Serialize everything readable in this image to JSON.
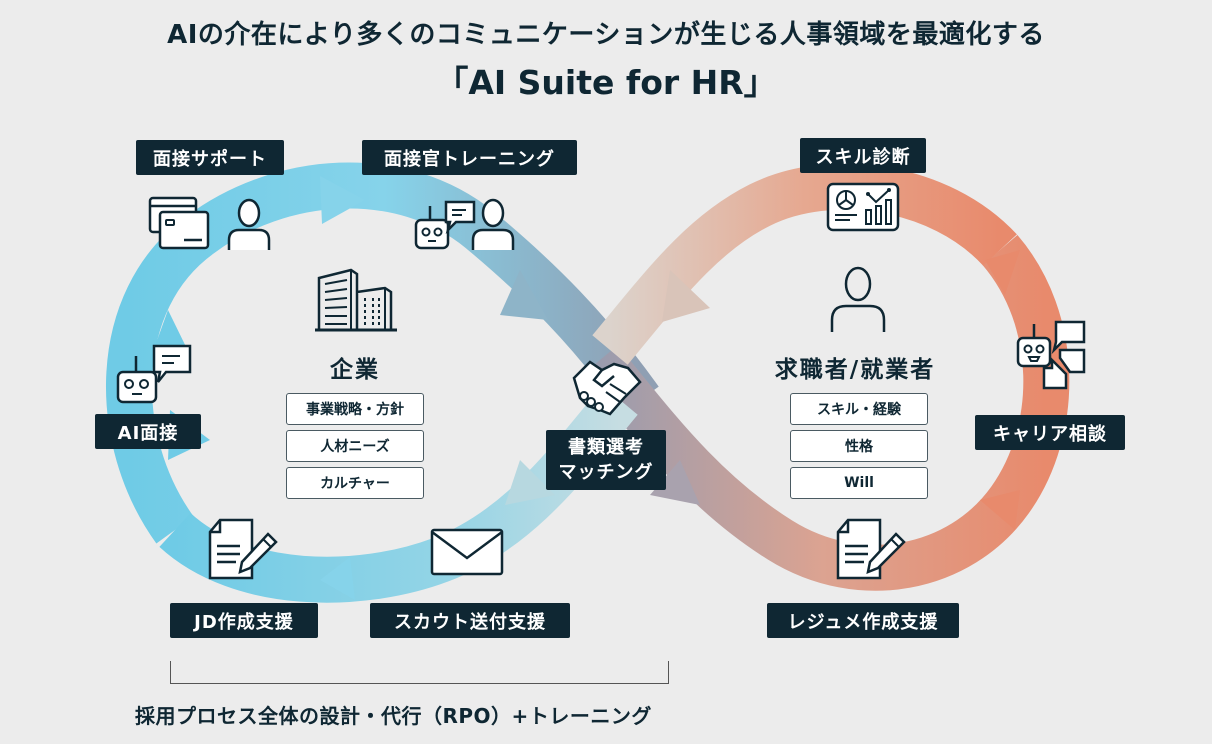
{
  "header": {
    "subtitle": "AIの介在により多くのコミュニケーションが生じる人事領域を最適化する",
    "title": "「AI Suite for HR」"
  },
  "colors": {
    "company_loop": "#7fd0e8",
    "candidate_loop": "#e89072",
    "label_bg": "#0f2733",
    "background": "#ececec"
  },
  "company": {
    "title": "企業",
    "icon": "building-icon",
    "attributes": [
      "事業戦略・方針",
      "人材ニーズ",
      "カルチャー"
    ]
  },
  "candidate": {
    "title": "求職者/就業者",
    "icon": "person-icon",
    "attributes": [
      "スキル・経験",
      "性格",
      "Will"
    ]
  },
  "center": {
    "label_line1": "書類選考",
    "label_line2": "マッチング",
    "icon": "handshake-icon"
  },
  "company_steps": [
    {
      "label": "面接サポート",
      "icon": "id-card-person-icon"
    },
    {
      "label": "面接官トレーニング",
      "icon": "robot-person-icon"
    },
    {
      "label": "AI面接",
      "icon": "robot-chat-icon"
    },
    {
      "label": "JD作成支援",
      "icon": "document-pen-icon"
    },
    {
      "label": "スカウト送付支援",
      "icon": "envelope-icon"
    }
  ],
  "candidate_steps": [
    {
      "label": "スキル診断",
      "icon": "dashboard-chart-icon"
    },
    {
      "label": "キャリア相談",
      "icon": "robot-multi-chat-icon"
    },
    {
      "label": "レジュメ作成支援",
      "icon": "document-pen-icon"
    }
  ],
  "footer": {
    "label": "採用プロセス全体の設計・代行（RPO）+トレーニング"
  }
}
